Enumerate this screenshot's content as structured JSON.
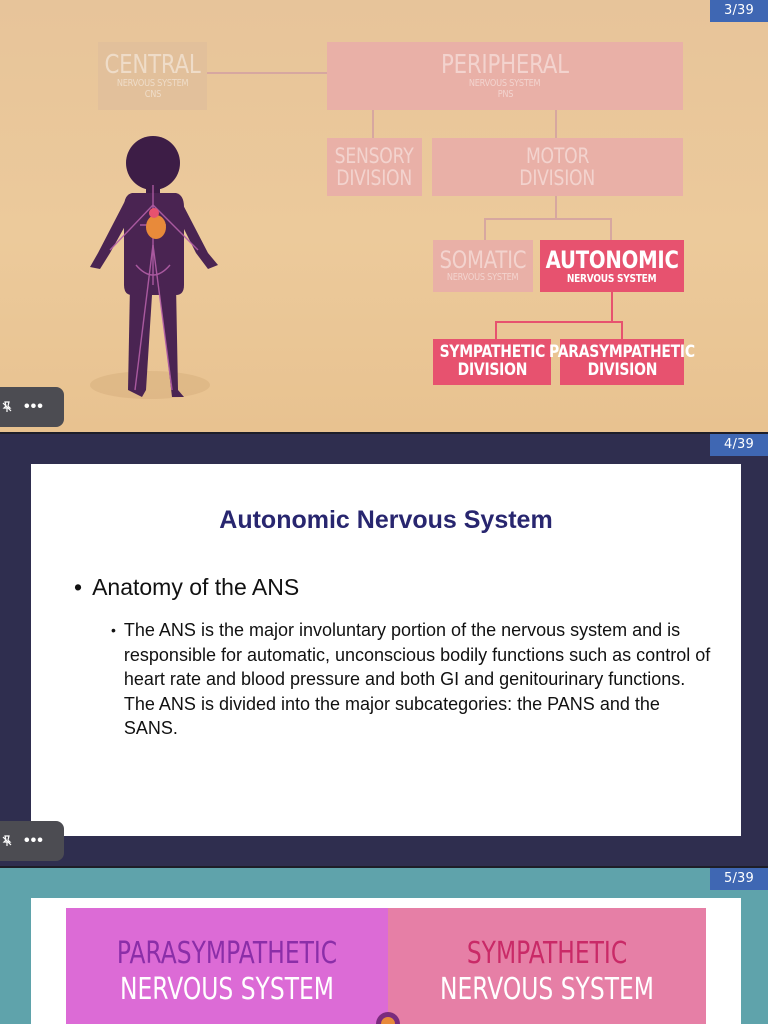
{
  "slides": [
    {
      "page": "3/39",
      "diagram": {
        "central": {
          "title": "CENTRAL",
          "subtitle": "NERVOUS SYSTEM",
          "abbr": "CNS"
        },
        "peripheral": {
          "title": "PERIPHERAL",
          "subtitle": "NERVOUS SYSTEM",
          "abbr": "PNS"
        },
        "sensory": {
          "line1": "SENSORY",
          "line2": "DIVISION"
        },
        "motor": {
          "line1": "MOTOR",
          "line2": "DIVISION"
        },
        "somatic": {
          "title": "SOMATIC",
          "subtitle": "NERVOUS SYSTEM"
        },
        "autonomic": {
          "title": "AUTONOMIC",
          "subtitle": "NERVOUS SYSTEM"
        },
        "sympathetic": {
          "line1": "SYMPATHETIC",
          "line2": "DIVISION"
        },
        "parasympathetic": {
          "line1": "PARASYMPATHETIC",
          "line2": "DIVISION"
        }
      },
      "colors": {
        "background": "#ecca9b",
        "active_box": "#e7526f",
        "faded_box": "#e9a4a0",
        "figure": "#3d1d46"
      }
    },
    {
      "page": "4/39",
      "title": "Autonomic Nervous System",
      "bullet": "Anatomy of the ANS",
      "sub_bullet": "The ANS is the major involuntary portion of the nervous system and is responsible for automatic, unconscious bodily functions such as control of heart rate and blood pressure and both GI and genitourinary functions.  The ANS is divided into the major subcategories:  the PANS and the SANS.",
      "colors": {
        "frame": "#2f2e4f",
        "title": "#28266f"
      }
    },
    {
      "page": "5/39",
      "left": {
        "line1": "PARASYMPATHETIC",
        "line2": "NERVOUS SYSTEM"
      },
      "right": {
        "line1": "SYMPATHETIC",
        "line2": "NERVOUS SYSTEM"
      },
      "colors": {
        "frame": "#5fa3ab",
        "left_bg": "#dc6bd6",
        "right_bg": "#e67fa6"
      }
    }
  ],
  "controls": {
    "more_label": "•••",
    "icon": "pin-off-icon"
  }
}
